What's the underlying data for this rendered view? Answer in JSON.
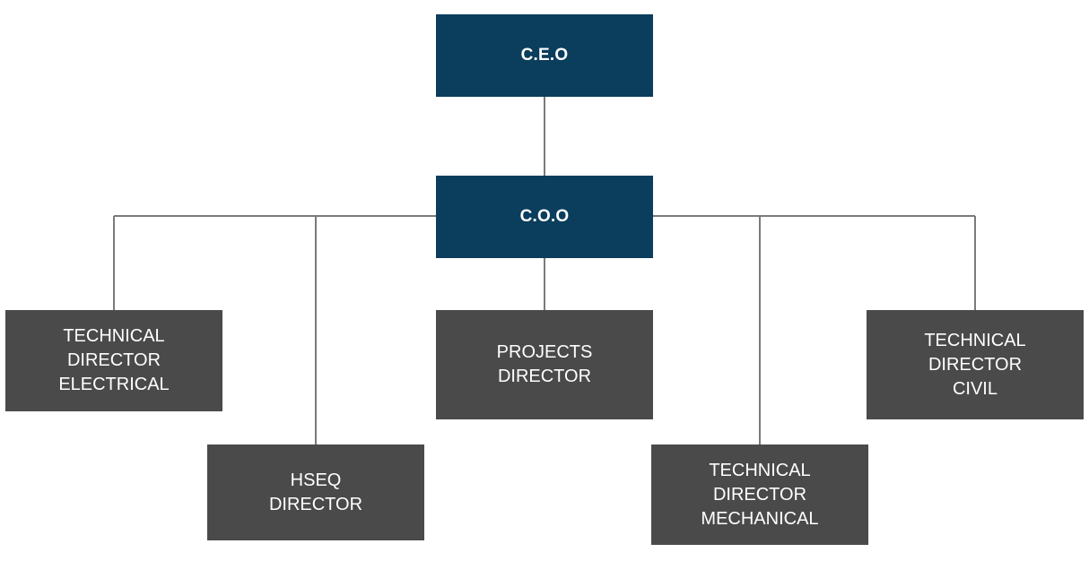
{
  "colors": {
    "executive_fill": "#0b3d5c",
    "director_fill": "#4a4a4a",
    "connector": "#7a7a7a",
    "text": "#ffffff"
  },
  "nodes": {
    "ceo": "C.E.O",
    "coo": "C.O.O",
    "technical_director_electrical": "TECHNICAL\nDIRECTOR\nELECTRICAL",
    "hseq_director": "HSEQ\nDIRECTOR",
    "projects_director": "PROJECTS\nDIRECTOR",
    "technical_director_mechanical": "TECHNICAL\nDIRECTOR\nMECHANICAL",
    "technical_director_civil": "TECHNICAL\nDIRECTOR\nCIVIL"
  }
}
